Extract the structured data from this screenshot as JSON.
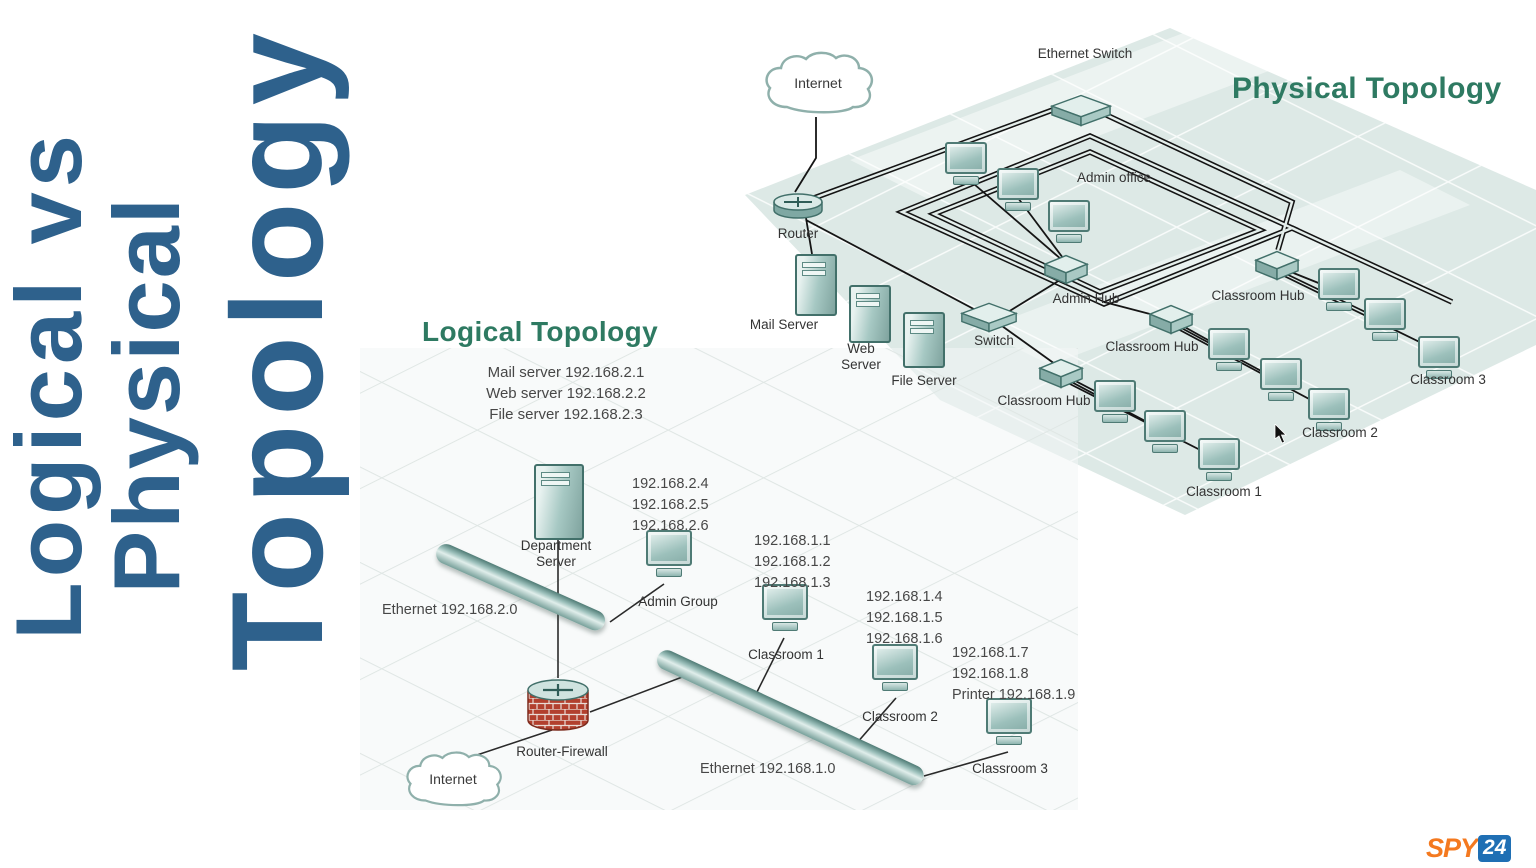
{
  "slide_title": {
    "line1": "Logical vs",
    "line2": "Physical",
    "line3": "Topology"
  },
  "physical_topology": {
    "title": "Physical Topology",
    "internet_label": "Internet",
    "ethernet_switch_label": "Ethernet Switch",
    "router_label": "Router",
    "admin_office_label": "Admin office",
    "admin_hub_label": "Admin Hub",
    "mail_server_label": "Mail Server",
    "web_server_label": "Web Server",
    "file_server_label": "File Server",
    "switch_label": "Switch",
    "classroom_hub_right_label": "Classroom Hub",
    "classroom_hub_middle_label": "Classroom Hub",
    "classroom_hub_bottom_label": "Classroom Hub",
    "classroom1_label": "Classroom 1",
    "classroom2_label": "Classroom 2",
    "classroom3_label": "Classroom 3"
  },
  "logical_topology": {
    "title": "Logical Topology",
    "server_list": [
      "Mail server 192.168.2.1",
      "Web server 192.168.2.2",
      "File server 192.168.2.3"
    ],
    "department_server_label": "Department Server",
    "department_ips": [
      "192.168.2.4",
      "192.168.2.5",
      "192.168.2.6"
    ],
    "admin_group_label": "Admin Group",
    "ethernet2_label": "Ethernet 192.168.2.0",
    "router_firewall_label": "Router-Firewall",
    "internet_label": "Internet",
    "classroom1_label": "Classroom 1",
    "classroom1_ips": [
      "192.168.1.1",
      "192.168.1.2",
      "192.168.1.3"
    ],
    "classroom2_label": "Classroom 2",
    "classroom2_ips": [
      "192.168.1.4",
      "192.168.1.5",
      "192.168.1.6"
    ],
    "classroom3_label": "Classroom 3",
    "classroom3_ips": [
      "192.168.1.7",
      "192.168.1.8",
      "Printer 192.168.1.9"
    ],
    "ethernet1_label": "Ethernet 192.168.1.0"
  },
  "watermark": {
    "spy": "SPY",
    "num": "24"
  },
  "colors": {
    "title_blue": "#2e618c",
    "topology_green": "#2e7a62",
    "device_teal": "#9cc0bb",
    "plane_teal": "#dde9e6",
    "line_black": "#141414"
  }
}
